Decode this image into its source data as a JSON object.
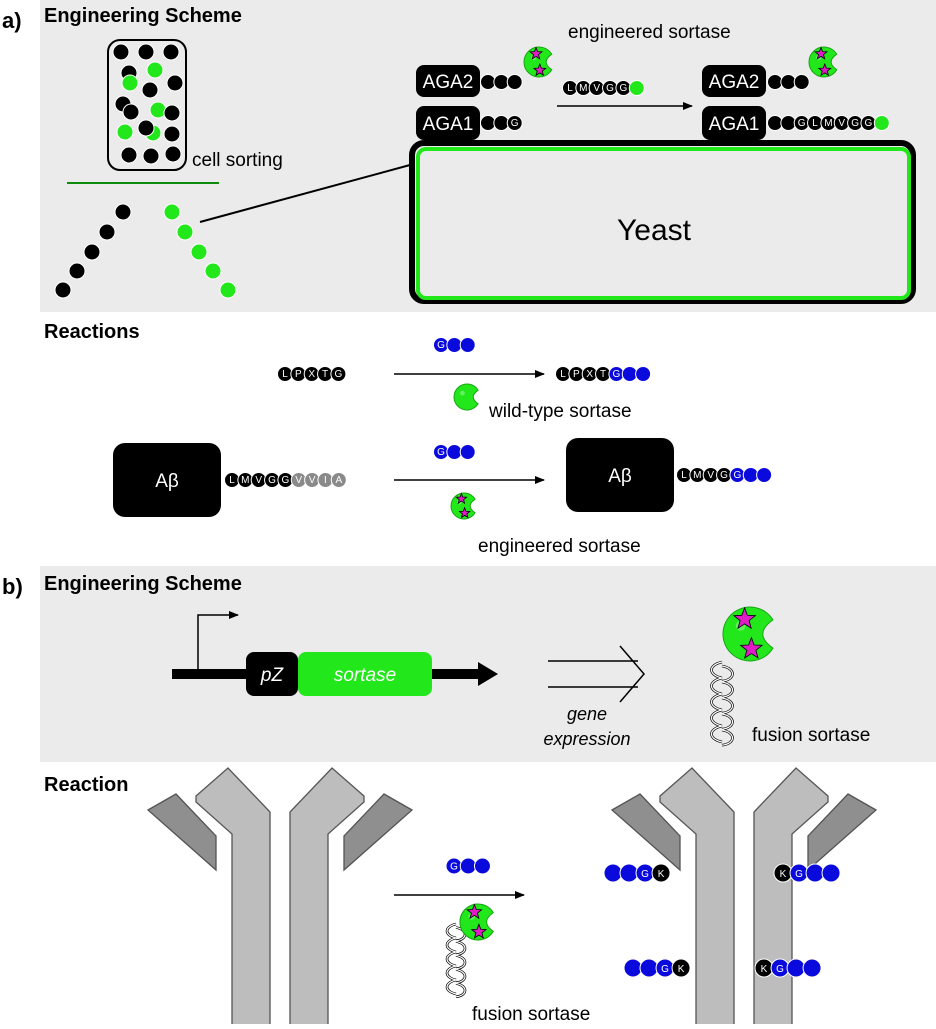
{
  "panel_a": {
    "tag": "a)",
    "engineering_title": "Engineering Scheme",
    "engineered_sortase_label": "engineered sortase",
    "cell_sorting_label": "cell sorting",
    "aga2_label": "AGA2",
    "aga1_label": "AGA1",
    "yeast_label": "Yeast",
    "substrate_letters": [
      "L",
      "M",
      "V",
      "G",
      "G"
    ],
    "aga1_reactant_letter": "G",
    "aga1_product_letters": [
      "G",
      "L",
      "M",
      "V",
      "G",
      "G"
    ],
    "reactions_title": "Reactions",
    "reaction1_left": [
      "L",
      "P",
      "X",
      "T",
      "G"
    ],
    "reaction1_right": [
      "L",
      "P",
      "X",
      "T",
      "G"
    ],
    "nucleophile_letter": "G",
    "wild_type_label": "wild-type sortase",
    "abeta_label": "Aβ",
    "reaction2_left_dark": [
      "L",
      "M",
      "V",
      "G",
      "G"
    ],
    "reaction2_left_grey": [
      "V",
      "V",
      "I",
      "A"
    ],
    "reaction2_right": [
      "L",
      "M",
      "V",
      "G",
      "G"
    ],
    "engineered_sortase_label_2": "engineered sortase"
  },
  "panel_b": {
    "tag": "b)",
    "engineering_title": "Engineering Scheme",
    "promoter_label": "pZ",
    "gene_label": "sortase",
    "gene_expression_line1": "gene",
    "gene_expression_line2": "expression",
    "fusion_sortase_label": "fusion sortase",
    "reaction_title": "Reaction",
    "nucleophile_letter": "G",
    "lysine_letter": "K",
    "fusion_sortase_label_2": "fusion sortase"
  },
  "colors": {
    "panel_bg": "#ebebeb",
    "green": "#22e81b",
    "blue": "#0a0adc",
    "magenta": "#e01cc8",
    "antibody_grey": "#bdbdbd",
    "antibody_dark": "#8f8f8f",
    "grey_bead": "#8a8a8a"
  }
}
